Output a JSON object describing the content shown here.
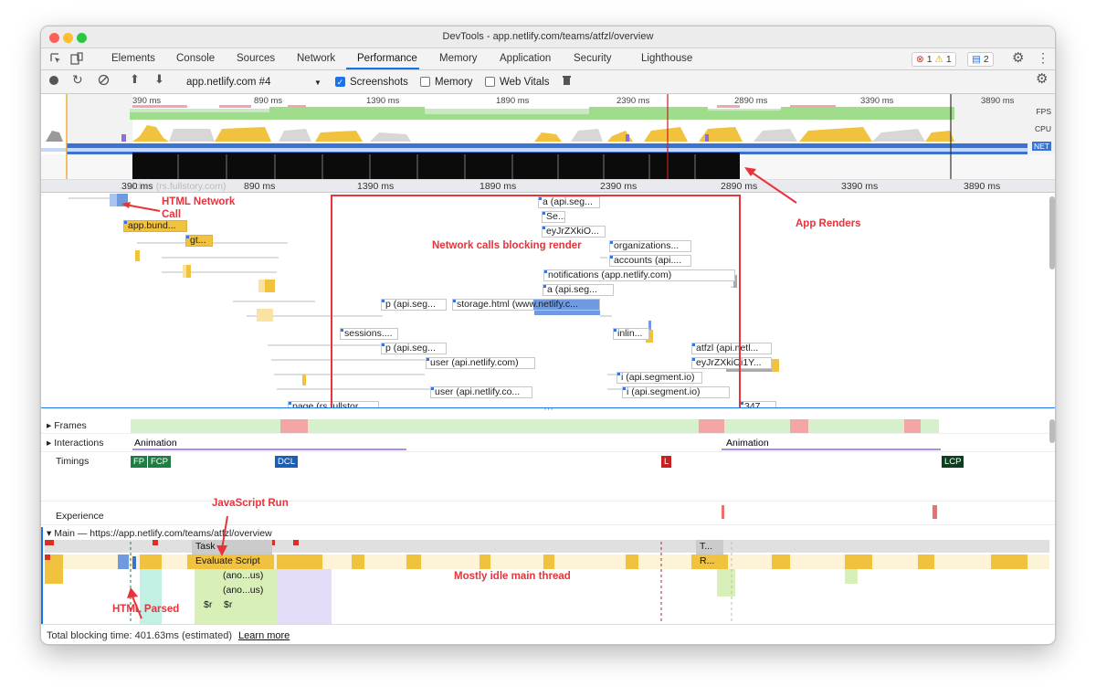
{
  "window": {
    "title": "DevTools - app.netlify.com/teams/atfzl/overview"
  },
  "tabs": [
    "Elements",
    "Console",
    "Sources",
    "Network",
    "Performance",
    "Memory",
    "Application",
    "Security",
    "Lighthouse"
  ],
  "selected_tab": "Performance",
  "issues": {
    "errors": "1",
    "warnings": "1",
    "messages": "2"
  },
  "toolbar": {
    "profile": "app.netlify.com #4",
    "screenshots_label": "Screenshots",
    "memory_label": "Memory",
    "webvitals_label": "Web Vitals",
    "screenshots_checked": true
  },
  "overview": {
    "ticks": [
      "390 ms",
      "890 ms",
      "1390 ms",
      "1890 ms",
      "2390 ms",
      "2890 ms",
      "3390 ms",
      "3890 ms"
    ],
    "fps_label": "FPS",
    "cpu_label": "CPU",
    "net_label": "NET"
  },
  "ruler": {
    "ticks": [
      "390 ms",
      "890 ms",
      "1390 ms",
      "1890 ms",
      "2390 ms",
      "2890 ms",
      "3390 ms",
      "3890 ms"
    ],
    "faded": "...ntdnis (rs.fullstory.com)"
  },
  "network": {
    "requests": [
      "a (api.seg...",
      "Se...",
      "eyJrZXkiO...",
      "organizations...",
      "accounts (api....",
      "notifications (app.netlify.com)",
      "a (api.seg...",
      "p (api.seg...",
      "storage.html (www.netlify.c...",
      "sessions....",
      "inlin...",
      "p (api.seg...",
      "atfzl (api.netl...",
      "user (api.netlify.com)",
      "eyJrZXkiOi1Y...",
      "i (api.segment.io)",
      "user (api.netlify.co...",
      "i (api.segment.io)",
      "app.bund...",
      "gt...",
      "page (rs.fullstor...",
      "347..."
    ]
  },
  "annotations": {
    "html_network": "HTML Network\nCall",
    "blocking": "Network calls blocking render",
    "app_renders": "App Renders",
    "js_run": "JavaScript Run",
    "idle": "Mostly idle main thread",
    "html_parsed": "HTML Parsed"
  },
  "tracks": {
    "frames": "Frames",
    "interactions": "Interactions",
    "animation": "Animation",
    "timings": "Timings",
    "experience": "Experience",
    "main": "Main — https://app.netlify.com/teams/atfzl/overview"
  },
  "timing_markers": {
    "fp": "FP",
    "fcp": "FCP",
    "dcl": "DCL",
    "l": "L",
    "lcp": "LCP"
  },
  "flame": {
    "task": "Task",
    "evaluate": "Evaluate Script",
    "anon1": "(ano...us)",
    "anon2": "(ano...us)",
    "r1": "$r",
    "r2": "$r",
    "t": "T...",
    "rr": "R..."
  },
  "status": {
    "text": "Total blocking time: 401.63ms (estimated)",
    "link": "Learn more"
  },
  "colors": {
    "accent": "#1a73e8",
    "annotation": "#e8333b",
    "script": "#f0c23e",
    "fps": "#8fd46d",
    "fcp": "#1e7d43",
    "dcl": "#1a5fb4",
    "load": "#c5221f",
    "lcp": "#0e3d1f"
  }
}
